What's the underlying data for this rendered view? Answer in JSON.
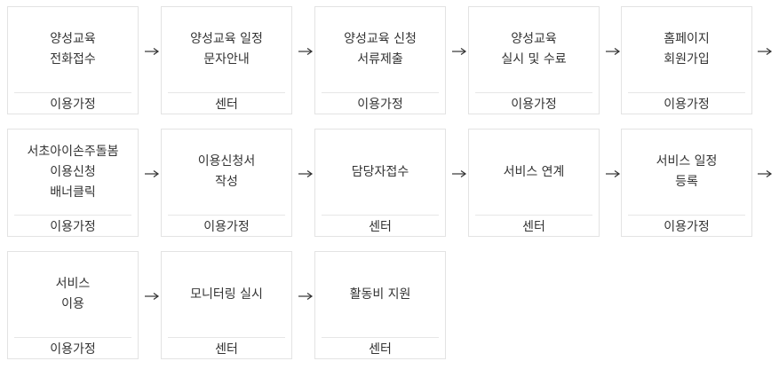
{
  "steps": [
    {
      "label": "양성교육\n전화접수",
      "owner": "이용가정"
    },
    {
      "label": "양성교육 일정\n문자안내",
      "owner": "센터"
    },
    {
      "label": "양성교육 신청\n서류제출",
      "owner": "이용가정"
    },
    {
      "label": "양성교육\n실시 및 수료",
      "owner": "이용가정"
    },
    {
      "label": "홈페이지\n회원가입",
      "owner": "이용가정"
    },
    {
      "label": "서초아이손주돌봄\n이용신청\n배너클릭",
      "owner": "이용가정"
    },
    {
      "label": "이용신청서\n작성",
      "owner": "이용가정"
    },
    {
      "label": "담당자접수",
      "owner": "센터"
    },
    {
      "label": "서비스 연계",
      "owner": "센터"
    },
    {
      "label": "서비스 일정\n등록",
      "owner": "이용가정"
    },
    {
      "label": "서비스\n이용",
      "owner": "이용가정"
    },
    {
      "label": "모니터링 실시",
      "owner": "센터"
    },
    {
      "label": "활동비 지원",
      "owner": "센터"
    }
  ],
  "colors": {
    "border": "#e3e3e3",
    "divider": "#e6e6e6",
    "text": "#333333",
    "arrow": "#333333"
  },
  "connector_icon": "right-arrow-icon"
}
